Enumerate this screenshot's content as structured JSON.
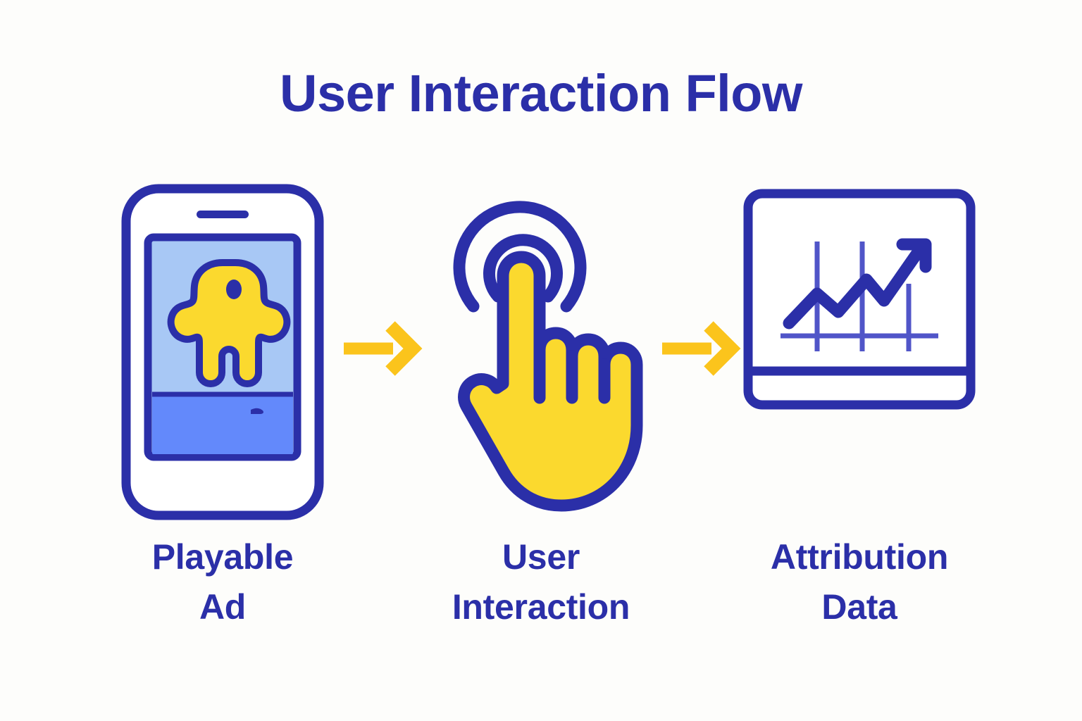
{
  "page": {
    "title": "User Interaction Flow",
    "background_color": "#FDFDFB"
  },
  "theme": {
    "blue": "#2B2FA8",
    "blue_light_grid": "#5055C8",
    "yellow": "#FBD92E",
    "arrow_yellow": "#FBC41C",
    "screen_sky": "#A8C8F5",
    "screen_ground": "#6389FB",
    "white": "#FFFFFF"
  },
  "flow": {
    "steps": [
      {
        "id": "playable-ad",
        "icon": "smartphone-playable-ad-icon",
        "label_line1": "Playable",
        "label_line2": "Ad"
      },
      {
        "id": "user-interaction",
        "icon": "tap-hand-icon",
        "label_line1": "User",
        "label_line2": "Interaction"
      },
      {
        "id": "attribution-data",
        "icon": "analytics-chart-icon",
        "label_line1": "Attribution",
        "label_line2": "Data"
      }
    ],
    "connectors": [
      {
        "id": "connector-1",
        "icon": "arrow-right-icon"
      },
      {
        "id": "connector-2",
        "icon": "arrow-right-icon"
      }
    ]
  },
  "chart_data": {
    "type": "line",
    "title": "",
    "xlabel": "",
    "ylabel": "",
    "x": [
      0,
      1,
      2,
      3,
      4,
      5
    ],
    "values": [
      8,
      40,
      18,
      62,
      34,
      92
    ],
    "trend": "rising",
    "grid": true,
    "legend": "none",
    "gridlines_vertical": 3,
    "gridlines_horizontal": 1
  }
}
